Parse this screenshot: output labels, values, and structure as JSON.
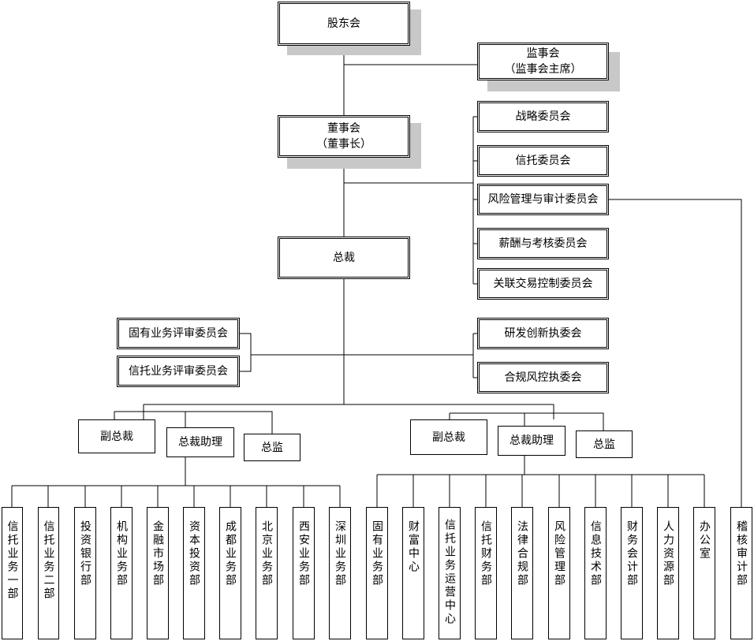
{
  "org_chart": {
    "shareholders": "股东会",
    "supervisors": {
      "title": "监事会",
      "subtitle": "（监事会主席）"
    },
    "board": {
      "title": "董事会",
      "subtitle": "（董事长）"
    },
    "president": "总裁",
    "board_committees": [
      "战略委员会",
      "信托委员会",
      "风险管理与审计委员会",
      "薪酬与考核委员会",
      "关联交易控制委员会"
    ],
    "review_committees": [
      "固有业务评审委员会",
      "信托业务评审委员会"
    ],
    "exec_committees": [
      "研发创新执委会",
      "合规风控执委会"
    ],
    "left_management": {
      "vp": "副总裁",
      "assistant": "总裁助理",
      "director": "总监"
    },
    "right_management": {
      "vp": "副总裁",
      "assistant": "总裁助理",
      "director": "总监"
    },
    "business_departments": [
      "信托业务一部",
      "信托业务二部",
      "投资银行部",
      "机构业务部",
      "金融市场部",
      "资本投资部",
      "成都业务部",
      "北京业务部",
      "西安业务部",
      "深圳业务部"
    ],
    "support_departments": [
      "固有业务部",
      "财富中心",
      "信托业务运营中心",
      "信托财务部",
      "法律合规部",
      "风险管理部",
      "信息技术部",
      "财务会计部",
      "人力资源部",
      "办公室"
    ],
    "audit_department": "稽核审计部"
  }
}
